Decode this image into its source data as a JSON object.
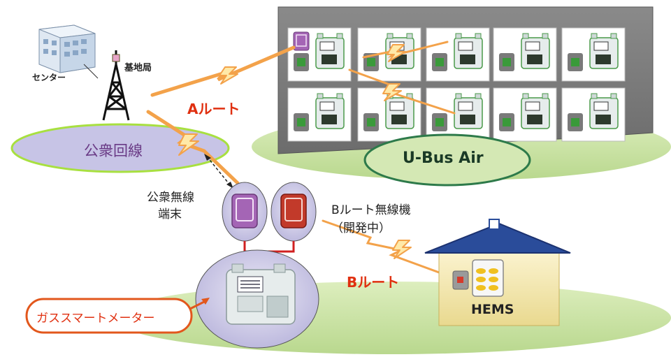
{
  "labels": {
    "center": "センター",
    "base_station": "基地局",
    "public_line": "公衆回線",
    "route_a": "Aルート",
    "route_b": "Bルート",
    "ubus_air": "U-Bus Air",
    "public_wireless_terminal_line1": "公衆無線",
    "public_wireless_terminal_line2": "端末",
    "b_route_device_line1": "Bルート無線機",
    "b_route_device_line2": "（開発中）",
    "hems": "HEMS",
    "gas_smart_meter": "ガススマートメーター"
  },
  "colors": {
    "route_text": "#e03010",
    "building_gray": "#777777",
    "ground_green": "#c8e0a0",
    "ellipse_lavender": "#c7c4e6",
    "roof_blue": "#2a4c9a",
    "house_wall": "#f3e9b3",
    "signal_orange": "#f3a24a",
    "meter_body": "#e6ecec",
    "terminal_purple": "#9b64a8",
    "terminal_red": "#c23a2a",
    "hems_indicator": "#f0c020"
  },
  "apartment_units": [
    {
      "row": 1,
      "col": 1,
      "terminal": "purple"
    },
    {
      "row": 1,
      "col": 2,
      "terminal": "none"
    },
    {
      "row": 1,
      "col": 3,
      "terminal": "none"
    },
    {
      "row": 1,
      "col": 4,
      "terminal": "none"
    },
    {
      "row": 1,
      "col": 5,
      "terminal": "none"
    },
    {
      "row": 2,
      "col": 1,
      "terminal": "none"
    },
    {
      "row": 2,
      "col": 2,
      "terminal": "none"
    },
    {
      "row": 2,
      "col": 3,
      "terminal": "none"
    },
    {
      "row": 2,
      "col": 4,
      "terminal": "none"
    },
    {
      "row": 2,
      "col": 5,
      "terminal": "none"
    }
  ]
}
